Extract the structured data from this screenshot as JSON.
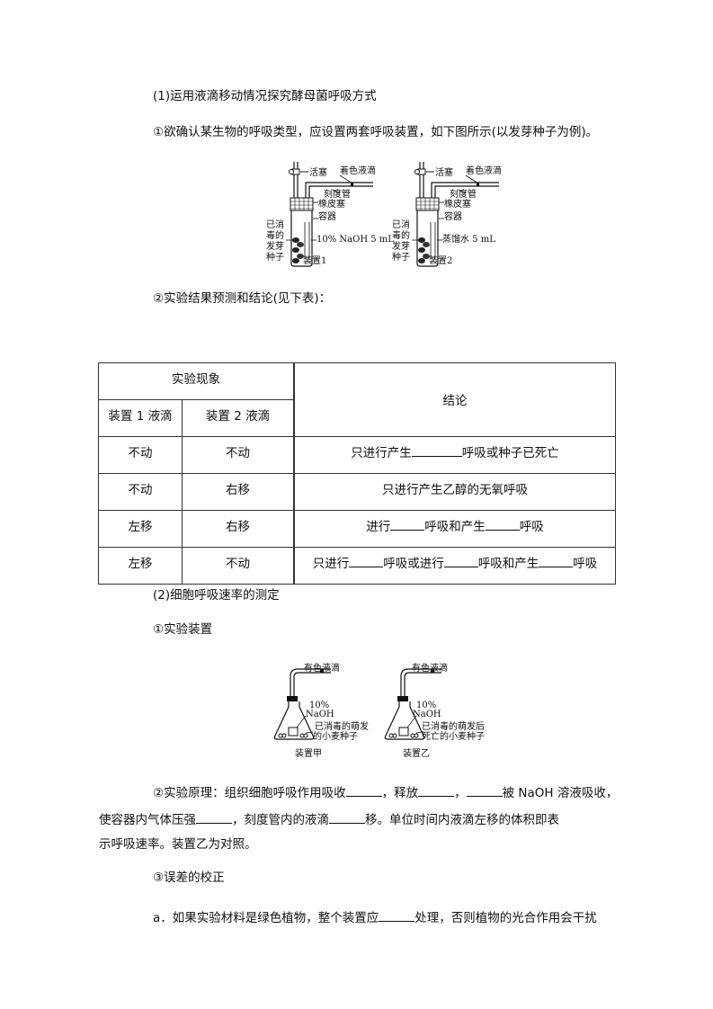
{
  "section1": {
    "heading": "(1)运用液滴移动情况探究酵母菌呼吸方式",
    "item1": "①欲确认某生物的呼吸类型，应设置两套呼吸装置，如下图所示(以发芽种子为例)。",
    "figure": {
      "device1": {
        "labels": {
          "stopcock": "活塞",
          "colored_droplet": "着色液滴",
          "scale_tube": "刻度管",
          "rubber_stopper": "橡皮塞",
          "container": "容器",
          "seeds_line1": "已消",
          "seeds_line2": "毒的",
          "seeds_line3": "发芽",
          "seeds_line4": "种子",
          "solution": "10% NaOH 5 mL",
          "caption": "装置1"
        }
      },
      "device2": {
        "labels": {
          "stopcock": "活塞",
          "colored_droplet": "着色液滴",
          "scale_tube": "刻度管",
          "rubber_stopper": "橡皮塞",
          "container": "容器",
          "seeds_line1": "已消",
          "seeds_line2": "毒的",
          "seeds_line3": "发芽",
          "seeds_line4": "种子",
          "solution": "蒸馏水 5 mL",
          "caption": "装置2"
        }
      }
    },
    "item2": "②实验结果预测和结论(见下表)：",
    "table": {
      "header_phenomenon": "实验现象",
      "header_conclusion": "结论",
      "sub_header_device1": "装置 1 液滴",
      "sub_header_device2": "装置 2 液滴",
      "rows": [
        {
          "device1": "不动",
          "device2": "不动",
          "conclusion_parts": [
            "只进行产生",
            "呼吸或种子已死亡"
          ]
        },
        {
          "device1": "不动",
          "device2": "右移",
          "conclusion": "只进行产生乙醇的无氧呼吸"
        },
        {
          "device1": "左移",
          "device2": "右移",
          "conclusion_parts": [
            "进行",
            "呼吸和产生",
            "呼吸"
          ]
        },
        {
          "device1": "左移",
          "device2": "不动",
          "conclusion_parts": [
            "只进行",
            "呼吸或进行",
            "呼吸和产生",
            "呼吸"
          ]
        }
      ]
    }
  },
  "section2": {
    "heading": "(2)细胞呼吸速率的测定",
    "item1": "①实验装置",
    "figure": {
      "deviceA": {
        "droplet": "有色液滴",
        "naoh_line1": "10%",
        "naoh_line2": "NaOH",
        "seeds_line1": "已消毒的萌发",
        "seeds_line2": "的小麦种子",
        "caption": "装置甲"
      },
      "deviceB": {
        "droplet": "有色液滴",
        "naoh_line1": "10%",
        "naoh_line2": "NaOH",
        "seeds_line1": "已消毒的萌发后",
        "seeds_line2": "死亡的小麦种子",
        "caption": "装置乙"
      }
    },
    "principle": {
      "p1": "②实验原理：组织细胞呼吸作用吸收",
      "p2": "，释放",
      "p3": "，",
      "p4": "被 NaOH 溶液吸收，",
      "p5": "使容器内气体压强",
      "p6": "，刻度管内的液滴",
      "p7": "移。单位时间内液滴左移的体积即表",
      "p8": "示呼吸速率。装置乙为对照。"
    },
    "item3": "③误差的校正",
    "item3a_p1": "a．如果实验材料是绿色植物，整个装置应",
    "item3a_p2": "处理，否则植物的光合作用会干扰"
  }
}
